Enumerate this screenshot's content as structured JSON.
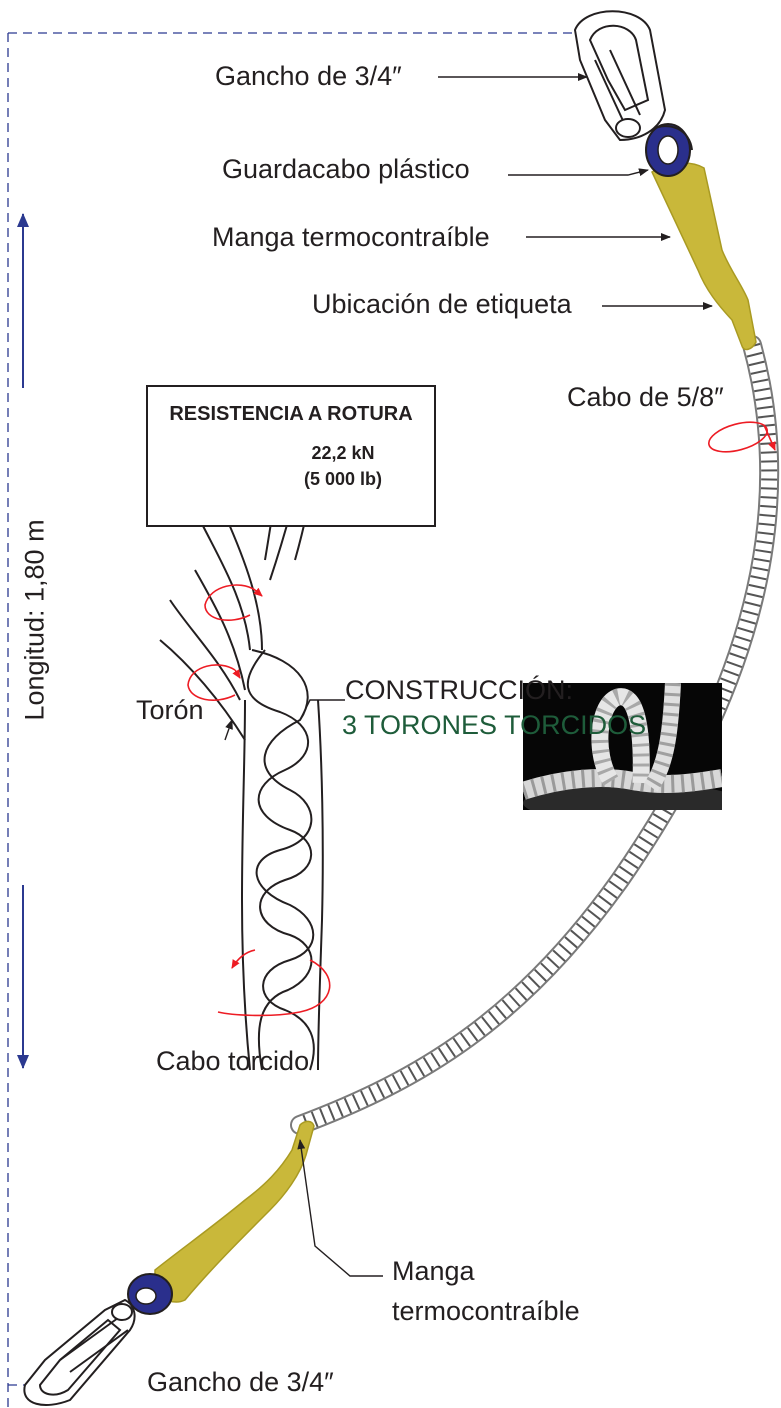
{
  "labels": {
    "hook_top": "Gancho de 3/4″",
    "thimble": "Guardacabo plástico",
    "sleeve_top": "Manga termocontraíble",
    "tag_location": "Ubicación de etiqueta",
    "rope": "Cabo de 5/8″",
    "construction_title": "CONSTRUCCIÓN:",
    "construction_detail": "3 TORONES TORCIDOS",
    "strand": "Torón",
    "twisted_rope": "Cabo torcido",
    "sleeve_bottom_line1": "Manga",
    "sleeve_bottom_line2": "termocontraíble",
    "hook_bottom": "Gancho de 3/4″",
    "length": "Longitud: 1,80 m"
  },
  "strength_box": {
    "title": "RESISTENCIA A ROTURA",
    "value": "22,2 kN",
    "value_alt": "(5 000 lb)"
  },
  "colors": {
    "sleeve": "#c9b83a",
    "thimble": "#2a2f8c",
    "dimension": "#2b3990",
    "arrow_red": "#ed1c24",
    "construction_green": "#1e5c3a",
    "ink": "#231f20"
  },
  "icons": {
    "strength_arrow": "double-vertical-arrow-icon",
    "hook": "snap-hook-icon"
  }
}
